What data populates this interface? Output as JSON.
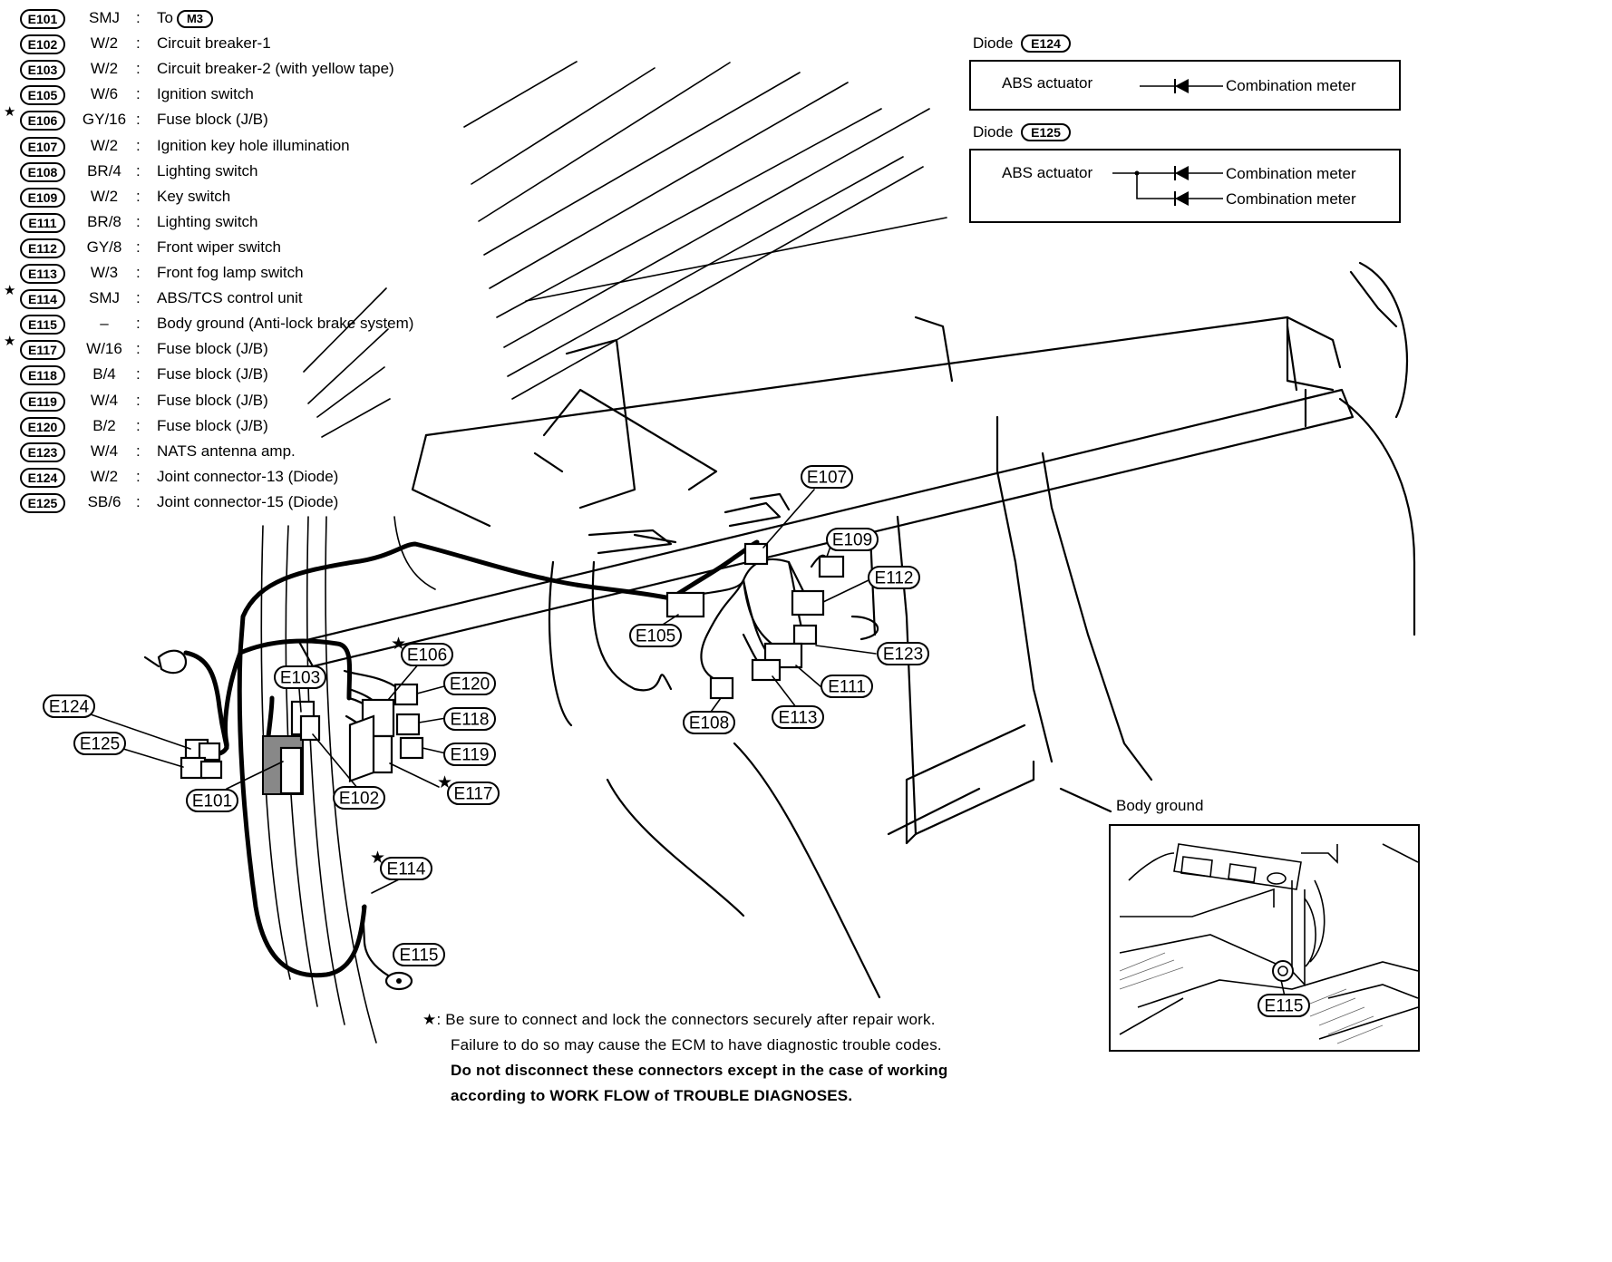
{
  "legend": [
    {
      "code": "E101",
      "color": "SMJ",
      "desc": "To",
      "desc_pill": "M3",
      "star": false
    },
    {
      "code": "E102",
      "color": "W/2",
      "desc": "Circuit breaker-1",
      "star": false
    },
    {
      "code": "E103",
      "color": "W/2",
      "desc": "Circuit breaker-2 (with yellow tape)",
      "star": false
    },
    {
      "code": "E105",
      "color": "W/6",
      "desc": "Ignition switch",
      "star": false
    },
    {
      "code": "E106",
      "color": "GY/16",
      "desc": "Fuse block (J/B)",
      "star": true
    },
    {
      "code": "E107",
      "color": "W/2",
      "desc": "Ignition key hole illumination",
      "star": false
    },
    {
      "code": "E108",
      "color": "BR/4",
      "desc": "Lighting switch",
      "star": false
    },
    {
      "code": "E109",
      "color": "W/2",
      "desc": "Key switch",
      "star": false
    },
    {
      "code": "E111",
      "color": "BR/8",
      "desc": "Lighting switch",
      "star": false
    },
    {
      "code": "E112",
      "color": "GY/8",
      "desc": "Front wiper switch",
      "star": false
    },
    {
      "code": "E113",
      "color": "W/3",
      "desc": "Front fog lamp switch",
      "star": false
    },
    {
      "code": "E114",
      "color": "SMJ",
      "desc": "ABS/TCS control unit",
      "star": true
    },
    {
      "code": "E115",
      "color": "–",
      "desc": "Body ground (Anti-lock brake system)",
      "star": false
    },
    {
      "code": "E117",
      "color": "W/16",
      "desc": "Fuse block (J/B)",
      "star": true
    },
    {
      "code": "E118",
      "color": "B/4",
      "desc": "Fuse block (J/B)",
      "star": false
    },
    {
      "code": "E119",
      "color": "W/4",
      "desc": "Fuse block (J/B)",
      "star": false
    },
    {
      "code": "E120",
      "color": "B/2",
      "desc": "Fuse block (J/B)",
      "star": false
    },
    {
      "code": "E123",
      "color": "W/4",
      "desc": "NATS antenna amp.",
      "star": false
    },
    {
      "code": "E124",
      "color": "W/2",
      "desc": "Joint connector-13 (Diode)",
      "star": false
    },
    {
      "code": "E125",
      "color": "SB/6",
      "desc": "Joint connector-15 (Diode)",
      "star": false
    }
  ],
  "legend_separator": ":",
  "star_symbol": "★",
  "diode1": {
    "title": "Diode",
    "pill": "E124",
    "left": "ABS actuator",
    "right": "Combination meter"
  },
  "diode2": {
    "title": "Diode",
    "pill": "E125",
    "left": "ABS actuator",
    "right1": "Combination meter",
    "right2": "Combination meter"
  },
  "callouts": {
    "E101": "E101",
    "E102": "E102",
    "E103": "E103",
    "E105": "E105",
    "E106": "E106",
    "E107": "E107",
    "E108": "E108",
    "E109": "E109",
    "E111": "E111",
    "E112": "E112",
    "E113": "E113",
    "E114": "E114",
    "E115": "E115",
    "E117": "E117",
    "E118": "E118",
    "E119": "E119",
    "E120": "E120",
    "E123": "E123",
    "E124": "E124",
    "E125": "E125",
    "E115_inset": "E115"
  },
  "body_ground_title": "Body ground",
  "note": {
    "star": "★",
    "line1": ": Be sure to connect and lock the connectors securely after repair work.",
    "line2": "Failure to do so may cause the ECM to have diagnostic trouble codes.",
    "line3": "Do not disconnect these connectors except in the case of working",
    "line4_prefix": "according to ",
    "line4_bold": "WORK FLOW",
    "line4_mid": " of ",
    "line4_bold2": "TROUBLE DIAGNOSES",
    "line4_suffix": "."
  }
}
